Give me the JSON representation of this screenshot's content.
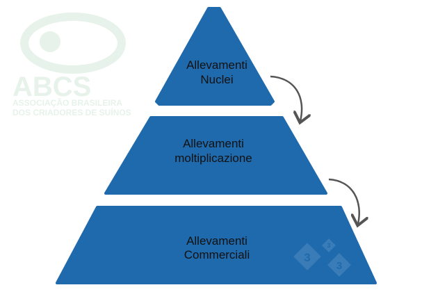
{
  "colors": {
    "tier": "#1f6aad",
    "arrow": "#555555",
    "watermark": "#e6f2ea"
  },
  "watermark_logo": {
    "letters": "ABCS",
    "line1": "ASSOCIAÇÃO BRASILEIRA",
    "line2": "DOS CRIADORES DE SUÍNOS"
  },
  "corner_logo": {
    "digits": [
      "3",
      "3",
      "3"
    ]
  },
  "pyramid": {
    "levels": [
      {
        "line1": "Allevamenti",
        "line2": "Nuclei"
      },
      {
        "line1": "Allevamenti",
        "line2": "moltiplicazione"
      },
      {
        "line1": "Allevamenti",
        "line2": "Commerciali"
      }
    ]
  }
}
